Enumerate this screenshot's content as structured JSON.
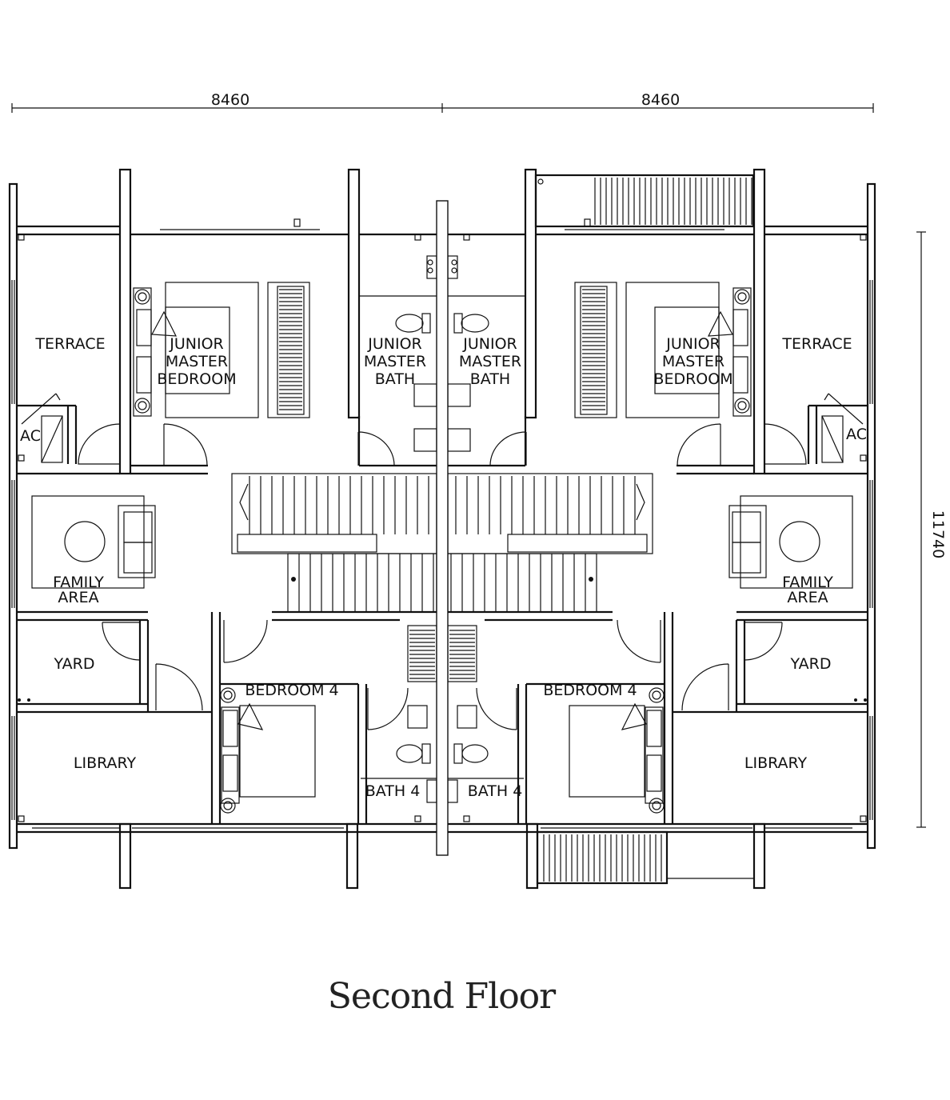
{
  "title": "Second Floor",
  "dimensions": {
    "left_width": "8460",
    "right_width": "8460",
    "depth": "11740"
  },
  "rooms": {
    "left": {
      "terrace": [
        "TERRACE"
      ],
      "ac": [
        "AC"
      ],
      "junior_master_bedroom": [
        "JUNIOR",
        "MASTER",
        "BEDROOM"
      ],
      "junior_master_bath": [
        "JUNIOR",
        "MASTER",
        "BATH"
      ],
      "family_area": [
        "FAMILY",
        "AREA"
      ],
      "yard": [
        "YARD"
      ],
      "library": [
        "LIBRARY"
      ],
      "bedroom_4": [
        "BEDROOM 4"
      ],
      "bath_4": [
        "BATH 4"
      ]
    },
    "right": {
      "terrace": [
        "TERRACE"
      ],
      "ac": [
        "AC"
      ],
      "junior_master_bedroom": [
        "JUNIOR",
        "MASTER",
        "BEDROOM"
      ],
      "junior_master_bath": [
        "JUNIOR",
        "MASTER",
        "BATH"
      ],
      "family_area": [
        "FAMILY",
        "AREA"
      ],
      "yard": [
        "YARD"
      ],
      "library": [
        "LIBRARY"
      ],
      "bedroom_4": [
        "BEDROOM 4"
      ],
      "bath_4": [
        "BATH 4"
      ]
    }
  }
}
